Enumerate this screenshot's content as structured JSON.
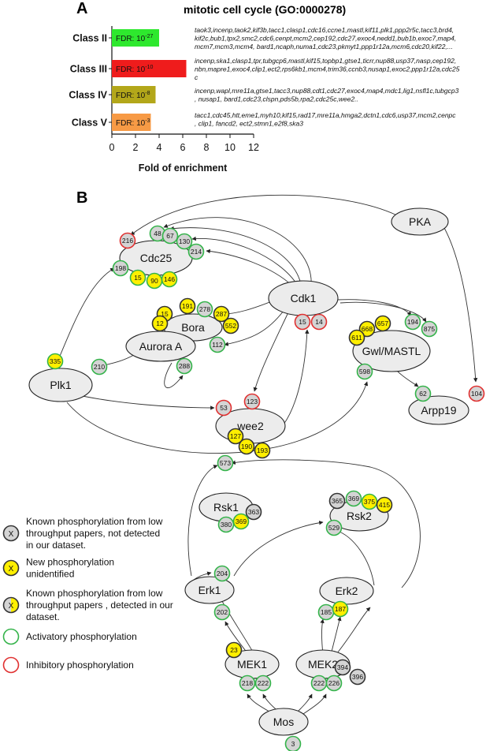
{
  "panel_a": {
    "letter": "A",
    "title": "mitotic cell cycle (GO:0000278)",
    "xlabel": "Fold of enrichment",
    "ticks": [
      "0",
      "2",
      "4",
      "6",
      "8",
      "10",
      "12"
    ]
  },
  "chart_data": {
    "type": "bar",
    "orientation": "horizontal",
    "title": "mitotic cell cycle (GO:0000278)",
    "xlabel": "Fold of enrichment",
    "ylabel": "",
    "xlim": [
      0,
      12
    ],
    "categories": [
      "Class II",
      "Class III",
      "Class IV",
      "Class V"
    ],
    "values": [
      4.0,
      6.3,
      3.7,
      3.3
    ],
    "bar_labels": [
      "FDR: 10-27",
      "FDR: 10-10",
      "FDR: 10-8",
      "FDR: 10-3"
    ],
    "bar_label_base": "FDR: 10",
    "bar_label_exponents": [
      "-27",
      "-10",
      "-8",
      "-3"
    ],
    "colors": [
      "#2ee82e",
      "#ef1c1c",
      "#b3a71a",
      "#f79a45"
    ],
    "grid": false
  },
  "gene_lists": [
    [
      "taok3,incenp,taok2,kif3b,tacc1,clasp1,cdc16,ccne1,mastl,kif11,plk1,ppp2r5c,tacc3,brd4,",
      "kif2c,bub1,tpx2,smc2,cdc6,cenpt,mcm2,cep192,cdc27,exoc4,nedd1,bub1b,exoc7,map4,",
      "mcm7,mcm3,mcm4, bard1,ncaph,numa1,cdc23,pkmyt1,ppp1r12a,mcm6,cdc20,kif22,..."
    ],
    [
      "incenp,ska1,clasp1,tpr,tubgcp6,mastl,kif15,topbp1,gtse1,ticrr,nup88,usp37,nasp,cep192,",
      "nbn,mapre1,exoc4,clip1,ect2,rps6kb1,mcm4,trim36,ccnb3,nusap1,exoc2,ppp1r12a,cdc25",
      "c"
    ],
    [
      "incenp,wapl,mre11a,gtse1,tacc3,nup88,cdt1,cdc27,exoc4,map4,mdc1,lig1,nsfl1c,tubgcp3",
      ", nusap1, bard1,cdc23,clspn,pds5b,rpa2,cdc25c,wee2.."
    ],
    [
      "tacc1,cdc45,htt,eme1,myh10,kif15,rad17,mre11a,hmga2,dctn1,cdc6,usp37,mcm2,cenpc",
      ", clip1, fancd2, ect2,stmn1,e2f8,ska3"
    ]
  ],
  "panel_b": {
    "letter": "B"
  },
  "nodes": [
    {
      "id": "pka",
      "label": "PKA"
    },
    {
      "id": "cdc25",
      "label": "Cdc25"
    },
    {
      "id": "cdk1",
      "label": "Cdk1"
    },
    {
      "id": "bora",
      "label": "Bora"
    },
    {
      "id": "aurora",
      "label": "Aurora A"
    },
    {
      "id": "gwl",
      "label": "Gwl/MASTL"
    },
    {
      "id": "plk1",
      "label": "Plk1"
    },
    {
      "id": "arpp19",
      "label": "Arpp19"
    },
    {
      "id": "wee2",
      "label": "wee2"
    },
    {
      "id": "rsk1",
      "label": "Rsk1"
    },
    {
      "id": "rsk2",
      "label": "Rsk2"
    },
    {
      "id": "erk1",
      "label": "Erk1"
    },
    {
      "id": "erk2",
      "label": "Erk2"
    },
    {
      "id": "mek1",
      "label": "MEK1"
    },
    {
      "id": "mek2",
      "label": "MEK2"
    },
    {
      "id": "mos",
      "label": "Mos"
    }
  ],
  "sites": [
    {
      "label": "216",
      "fill": "#d4d4d4",
      "ring": "#e03030"
    },
    {
      "label": "48",
      "fill": "#d4d4d4",
      "ring": "#34b34a"
    },
    {
      "label": "67",
      "fill": "#d4d4d4",
      "ring": "#34b34a"
    },
    {
      "label": "130",
      "fill": "#d4d4d4",
      "ring": "#34b34a"
    },
    {
      "label": "214",
      "fill": "#d4d4d4",
      "ring": "#34b34a"
    },
    {
      "label": "198",
      "fill": "#d4d4d4",
      "ring": "#34b34a"
    },
    {
      "label": "15",
      "fill": "#ffef00",
      "ring": "#34b34a"
    },
    {
      "label": "90",
      "fill": "#ffef00",
      "ring": "#34b34a"
    },
    {
      "label": "146",
      "fill": "#ffef00",
      "ring": "#34b34a"
    },
    {
      "label": "191",
      "fill": "#ffef00",
      "ring": "#333333"
    },
    {
      "label": "278",
      "fill": "#d4d4d4",
      "ring": "#34b34a"
    },
    {
      "label": "15",
      "fill": "#ffef00",
      "ring": "#333333"
    },
    {
      "label": "287",
      "fill": "#ffef00",
      "ring": "#333333"
    },
    {
      "label": "12",
      "fill": "#ffef00",
      "ring": "#333333"
    },
    {
      "label": "552",
      "fill": "#ffef00",
      "ring": "#333333"
    },
    {
      "label": "112",
      "fill": "#d4d4d4",
      "ring": "#34b34a"
    },
    {
      "label": "288",
      "fill": "#d4d4d4",
      "ring": "#34b34a"
    },
    {
      "label": "15",
      "fill": "#d4d4d4",
      "ring": "#e03030"
    },
    {
      "label": "14",
      "fill": "#d4d4d4",
      "ring": "#e03030"
    },
    {
      "label": "668",
      "fill": "#ffef00",
      "ring": "#333333"
    },
    {
      "label": "657",
      "fill": "#ffef00",
      "ring": "#333333"
    },
    {
      "label": "194",
      "fill": "#d4d4d4",
      "ring": "#34b34a"
    },
    {
      "label": "875",
      "fill": "#d4d4d4",
      "ring": "#34b34a"
    },
    {
      "label": "611",
      "fill": "#ffef00",
      "ring": "#333333"
    },
    {
      "label": "598",
      "fill": "#d4d4d4",
      "ring": "#34b34a"
    },
    {
      "label": "62",
      "fill": "#d4d4d4",
      "ring": "#34b34a"
    },
    {
      "label": "104",
      "fill": "#d4d4d4",
      "ring": "#e03030"
    },
    {
      "label": "335",
      "fill": "#ffef00",
      "ring": "#34b34a"
    },
    {
      "label": "210",
      "fill": "#d4d4d4",
      "ring": "#34b34a"
    },
    {
      "label": "53",
      "fill": "#d4d4d4",
      "ring": "#e03030"
    },
    {
      "label": "123",
      "fill": "#d4d4d4",
      "ring": "#e03030"
    },
    {
      "label": "127",
      "fill": "#ffef00",
      "ring": "#333333"
    },
    {
      "label": "190",
      "fill": "#ffef00",
      "ring": "#333333"
    },
    {
      "label": "193",
      "fill": "#ffef00",
      "ring": "#333333"
    },
    {
      "label": "573",
      "fill": "#d4d4d4",
      "ring": "#34b34a"
    },
    {
      "label": "363",
      "fill": "#d4d4d4",
      "ring": "#333333"
    },
    {
      "label": "380",
      "fill": "#d4d4d4",
      "ring": "#34b34a"
    },
    {
      "label": "369",
      "fill": "#ffef00",
      "ring": "#34b34a"
    },
    {
      "label": "365",
      "fill": "#d4d4d4",
      "ring": "#333333"
    },
    {
      "label": "369",
      "fill": "#d4d4d4",
      "ring": "#34b34a"
    },
    {
      "label": "375",
      "fill": "#ffef00",
      "ring": "#34b34a"
    },
    {
      "label": "415",
      "fill": "#ffef00",
      "ring": "#333333"
    },
    {
      "label": "529",
      "fill": "#d4d4d4",
      "ring": "#34b34a"
    },
    {
      "label": "204",
      "fill": "#d4d4d4",
      "ring": "#34b34a"
    },
    {
      "label": "202",
      "fill": "#d4d4d4",
      "ring": "#34b34a"
    },
    {
      "label": "185",
      "fill": "#d4d4d4",
      "ring": "#34b34a"
    },
    {
      "label": "187",
      "fill": "#ffef00",
      "ring": "#34b34a"
    },
    {
      "label": "394",
      "fill": "#d4d4d4",
      "ring": "#333333"
    },
    {
      "label": "396",
      "fill": "#d4d4d4",
      "ring": "#333333"
    },
    {
      "label": "23",
      "fill": "#ffef00",
      "ring": "#333333"
    },
    {
      "label": "218",
      "fill": "#d4d4d4",
      "ring": "#34b34a"
    },
    {
      "label": "222",
      "fill": "#d4d4d4",
      "ring": "#34b34a"
    },
    {
      "label": "222",
      "fill": "#d4d4d4",
      "ring": "#34b34a"
    },
    {
      "label": "226",
      "fill": "#d4d4d4",
      "ring": "#34b34a"
    },
    {
      "label": "3",
      "fill": "#d4d4d4",
      "ring": "#34b34a"
    }
  ],
  "legend": {
    "marker_symbol": "X",
    "items": [
      {
        "lines": [
          "Known phosphorylation from low",
          "throughput papers, not detected",
          "in our dataset."
        ],
        "fill": "#d4d4d4",
        "ring": "#333333"
      },
      {
        "lines": [
          "New phosphorylation",
          "unidentified"
        ],
        "fill": "#ffef00",
        "ring": "#333333"
      },
      {
        "lines": [
          "Known phosphorylation from low",
          "throughput papers , detected in our",
          "dataset."
        ],
        "fill": "#d4d4d4",
        "ring": "#333333"
      },
      {
        "lines": [
          "Activatory phosphorylation"
        ],
        "fill": "#ffffff",
        "ring": "#34b34a"
      },
      {
        "lines": [
          "Inhibitory phosphorylation"
        ],
        "fill": "#ffffff",
        "ring": "#e03030"
      }
    ]
  }
}
